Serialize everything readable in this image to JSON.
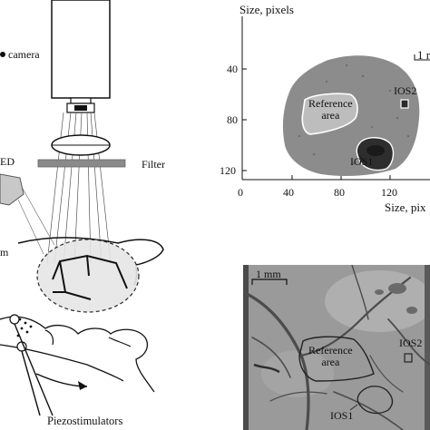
{
  "left_diagram": {
    "labels": {
      "camera": "camera",
      "led": "ED",
      "filter": "Filter",
      "m": "m",
      "piezostimulators": "Piezostimulators"
    }
  },
  "ios_map": {
    "y_axis_title": "Size, pixels",
    "x_axis_title": "Size, pix",
    "y_ticks": [
      "40",
      "80",
      "120"
    ],
    "x_ticks": [
      "0",
      "40",
      "80",
      "120"
    ],
    "scale_label": "1 r",
    "regions": {
      "reference": "Reference\narea",
      "ios1": "IOS1",
      "ios2": "IOS2"
    }
  },
  "photo": {
    "scale_label": "1 mm",
    "regions": {
      "reference": "Reference\narea",
      "ios1": "IOS1",
      "ios2": "IOS2"
    }
  },
  "colors": {
    "map_background": "#8c8c8c",
    "map_dark_spot": "#2e2e2e",
    "photo_background": "#9a9a9a",
    "outline": "#ffffff"
  }
}
